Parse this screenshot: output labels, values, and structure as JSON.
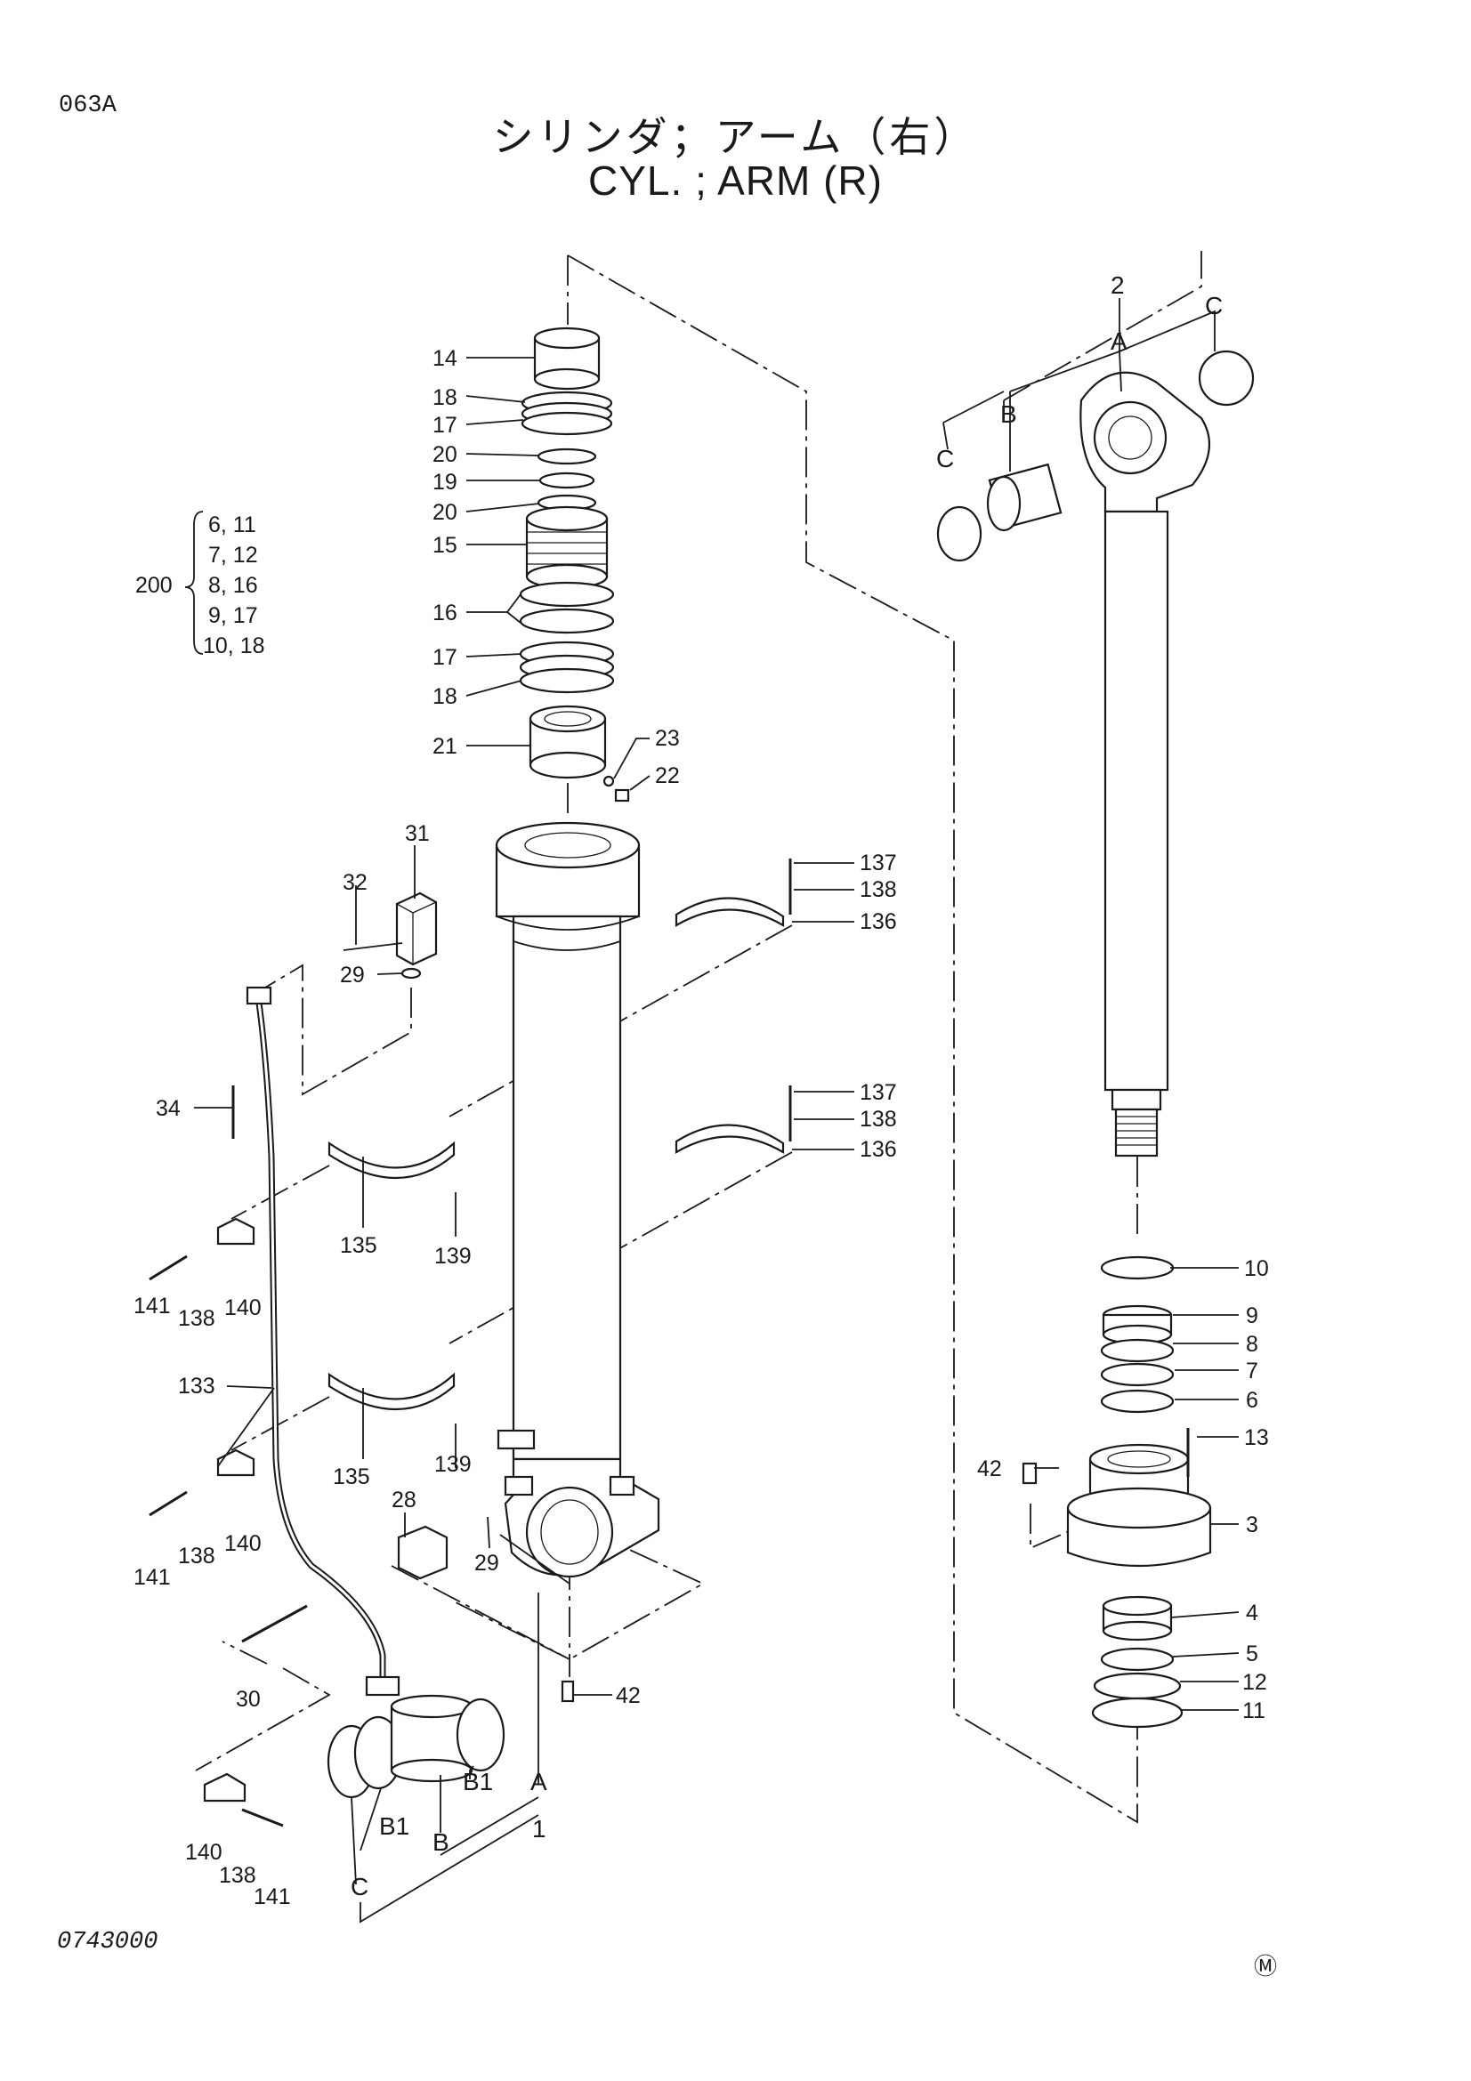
{
  "header": {
    "page_code": "063A",
    "title_jp": "シリンダ；アーム（右）",
    "title_en": "CYL. ; ARM (R)"
  },
  "footer": {
    "drawing_number": "0743000",
    "mark": "Ⓜ"
  },
  "kit": {
    "number": "200",
    "rows": [
      "6,  11",
      "7,  12",
      "8,  16",
      "9,  17",
      "10,  18"
    ]
  },
  "callouts": {
    "c14": "14",
    "c18a": "18",
    "c17a": "17",
    "c20a": "20",
    "c19": "19",
    "c20b": "20",
    "c15": "15",
    "c16": "16",
    "c17b": "17",
    "c18b": "18",
    "c21": "21",
    "c23": "23",
    "c22": "22",
    "c31": "31",
    "c32": "32",
    "c29a": "29",
    "c34": "34",
    "c137a": "137",
    "c138a": "138",
    "c136a": "136",
    "c137b": "137",
    "c138b": "138",
    "c136b": "136",
    "c135a": "135",
    "c139a": "139",
    "c141a": "141",
    "c138c": "138",
    "c140a": "140",
    "c133": "133",
    "c135b": "135",
    "c139b": "139",
    "c141b": "141",
    "c138d": "138",
    "c140b": "140",
    "c28": "28",
    "c29b": "29",
    "c30": "30",
    "c42a": "42",
    "c140c": "140",
    "c138e": "138",
    "c141c": "141",
    "c2": "2",
    "cA_rod": "A",
    "cB_rod": "B",
    "cC_left": "C",
    "cC_right": "C",
    "c10": "10",
    "c9": "9",
    "c8": "8",
    "c7": "7",
    "c6": "6",
    "c13": "13",
    "c42b": "42",
    "c3": "3",
    "c4": "4",
    "c5": "5",
    "c12": "12",
    "c11": "11",
    "cA_bot": "A",
    "cB1_right": "B1",
    "cB1_left": "B1",
    "cB_bot": "B",
    "cC_bot": "C",
    "c1": "1"
  }
}
